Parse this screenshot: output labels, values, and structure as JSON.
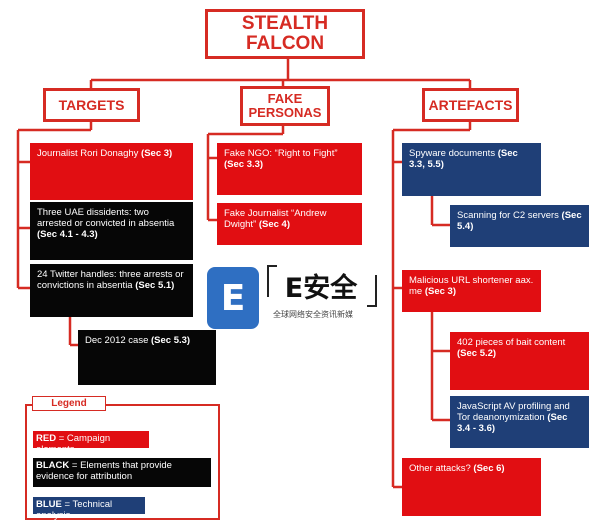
{
  "title": "STEALTH FALCON",
  "headers": {
    "targets": "TARGETS",
    "personas_line1": "FAKE",
    "personas_line2": "PERSONAS",
    "artefacts": "ARTEFACTS"
  },
  "targets": [
    {
      "text": "Journalist Rori Donaghy ",
      "sec": "(Sec 3)"
    },
    {
      "text": "Three UAE dissidents: two arrested or convicted in absentia ",
      "sec": "(Sec 4.1 - 4.3)"
    },
    {
      "text": "24 Twitter handles: three arrests or convictions in absentia ",
      "sec": "(Sec 5.1)"
    },
    {
      "text": "Dec 2012 case ",
      "sec": "(Sec 5.3)"
    }
  ],
  "personas": [
    {
      "text": "Fake NGO: “Right to Fight” ",
      "sec": "(Sec 3.3)"
    },
    {
      "text": "Fake Journalist “Andrew Dwight” ",
      "sec": "(Sec 4)"
    }
  ],
  "artefacts": [
    {
      "text": "Spyware documents ",
      "sec": "(Sec 3.3, 5.5)"
    },
    {
      "text": "Scanning for C2 servers ",
      "sec": "(Sec 5.4)"
    },
    {
      "text": "Malicious URL shortener aax. me ",
      "sec": "(Sec 3)"
    },
    {
      "text": "402 pieces of bait content ",
      "sec": "(Sec 5.2)"
    },
    {
      "text": "JavaScript AV profiling and Tor deanonymization ",
      "sec": "(Sec 3.4 - 3.6)"
    },
    {
      "text": "Other attacks? ",
      "sec": "(Sec 6)"
    }
  ],
  "legend": {
    "title": "Legend",
    "items": [
      {
        "key": "RED",
        "desc": " = Campaign elements",
        "color": "#e10e12"
      },
      {
        "key": "BLACK",
        "desc": " = Elements that provide evidence for attribution",
        "color": "#060606"
      },
      {
        "key": "BLUE",
        "desc": " = Technical analysis",
        "color": "#1f3f77"
      }
    ]
  },
  "watermark": {
    "icon_letter": "E",
    "brand": "E安全",
    "tagline": "全球网络安全资讯新媒"
  },
  "colors": {
    "red": "#e10e12",
    "black": "#060606",
    "blue": "#1f3f77",
    "outline": "#d62b23"
  }
}
